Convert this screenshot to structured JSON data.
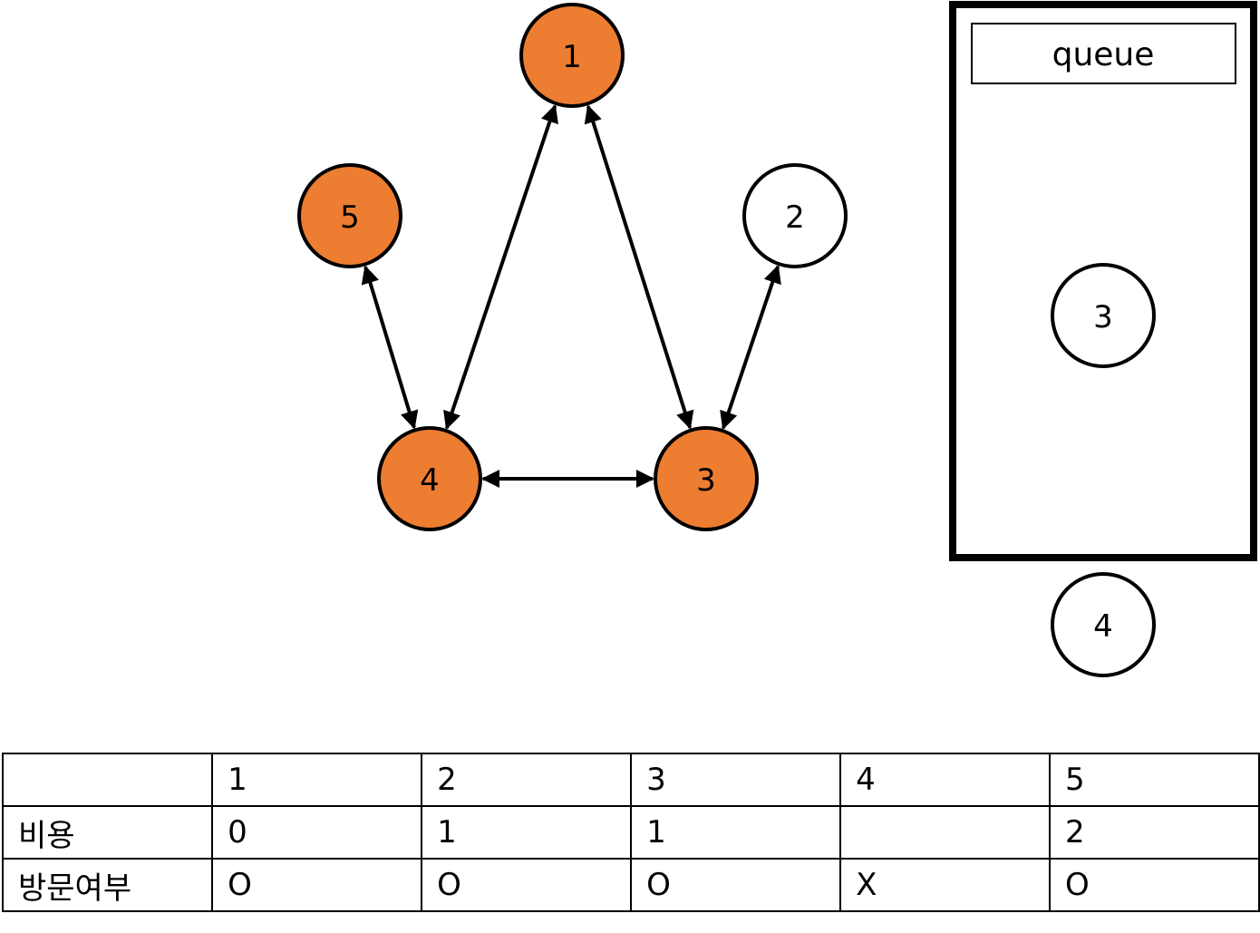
{
  "colors": {
    "visited": "#ed7d31",
    "unvisited": "#ffffff",
    "stroke": "#000000"
  },
  "graph": {
    "nodes": [
      {
        "id": "1",
        "label": "1",
        "visited": true
      },
      {
        "id": "2",
        "label": "2",
        "visited": false
      },
      {
        "id": "3",
        "label": "3",
        "visited": true
      },
      {
        "id": "4",
        "label": "4",
        "visited": true
      },
      {
        "id": "5",
        "label": "5",
        "visited": true
      }
    ],
    "edges": [
      {
        "from": "1",
        "to": "4",
        "bidirectional": true
      },
      {
        "from": "1",
        "to": "3",
        "bidirectional": true
      },
      {
        "from": "5",
        "to": "4",
        "bidirectional": true
      },
      {
        "from": "2",
        "to": "3",
        "bidirectional": true
      },
      {
        "from": "4",
        "to": "3",
        "bidirectional": true
      }
    ]
  },
  "queue": {
    "title": "queue",
    "items": [
      "3"
    ],
    "popped": "4"
  },
  "table": {
    "header": [
      "",
      "1",
      "2",
      "3",
      "4",
      "5"
    ],
    "rows": [
      {
        "label": "비용",
        "values": [
          "0",
          "1",
          "1",
          "",
          "2"
        ]
      },
      {
        "label": "방문여부",
        "values": [
          "O",
          "O",
          "O",
          "X",
          "O"
        ]
      }
    ]
  }
}
